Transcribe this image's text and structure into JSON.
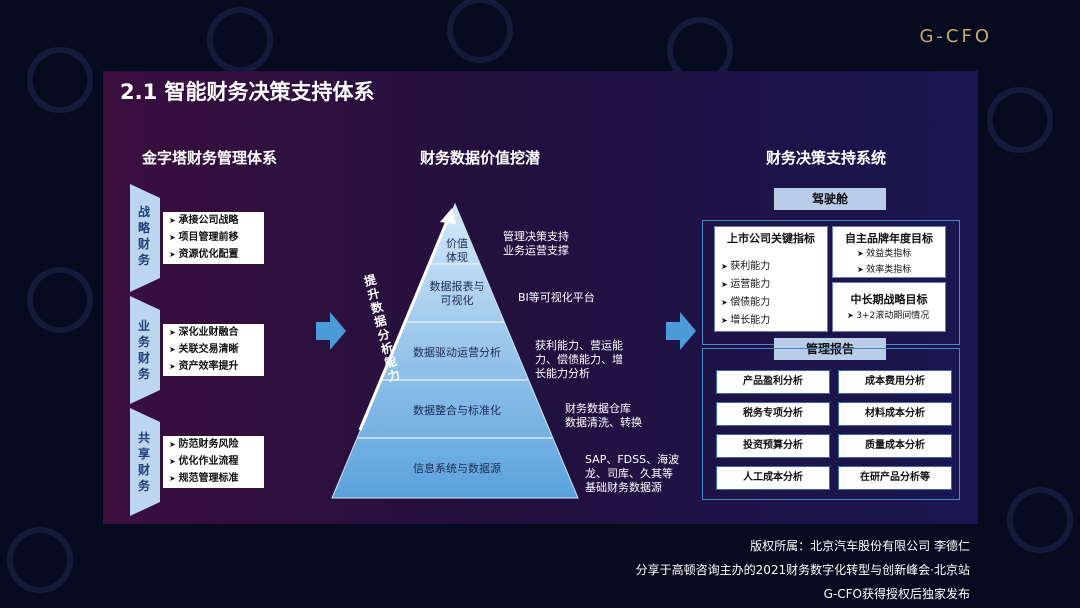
{
  "brand": "G-CFO",
  "title": "2.1 智能财务决策支持体系",
  "sections": {
    "left": "金字塔财务管理体系",
    "middle": "财务数据价值挖潜",
    "right": "财务决策支持系统"
  },
  "pyramid_mgmt": [
    {
      "label": "战略财务",
      "items": [
        "承接公司战略",
        "项目管理前移",
        "资源优化配置"
      ]
    },
    {
      "label": "业务财务",
      "items": [
        "深化业财融合",
        "关联交易清晰",
        "资产效率提升"
      ]
    },
    {
      "label": "共享财务",
      "items": [
        "防范财务风险",
        "优化作业流程",
        "规范管理标准"
      ]
    }
  ],
  "data_value": {
    "vertical_label": "提升数据分析能力",
    "levels": [
      {
        "name": "价值\n体现",
        "note": "管理决策支持\n业务运营支撑"
      },
      {
        "name": "数据报表与\n可视化",
        "note": "BI等可视化平台"
      },
      {
        "name": "数据驱动运营分析",
        "note": "获利能力、营运能\n力、偿债能力、增\n长能力分析"
      },
      {
        "name": "数据整合与标准化",
        "note": "财务数据仓库\n数据清洗、转换"
      },
      {
        "name": "信息系统与数据源",
        "note": "SAP、FDSS、海波\n龙、司库、久其等\n基础财务数据源"
      }
    ]
  },
  "decision_system": {
    "cockpit": "驾驶舱",
    "listed_kpi": {
      "title": "上市公司关键指标",
      "items": [
        "获利能力",
        "运营能力",
        "偿债能力",
        "增长能力"
      ]
    },
    "brand_goal": {
      "title": "自主品牌年度目标",
      "items": [
        "效益类指标",
        "效率类指标"
      ]
    },
    "mid_long": {
      "title": "中长期战略目标",
      "items": [
        "3+2滚动期间情况"
      ]
    },
    "report_title": "管理报告",
    "reports": [
      "产品盈利分析",
      "成本费用分析",
      "税务专项分析",
      "材料成本分析",
      "投资预算分析",
      "质量成本分析",
      "人工成本分析",
      "在研产品分析等"
    ]
  },
  "footer": [
    "版权所属：北京汽车股份有限公司 李德仁",
    "分享于高顿咨询主办的2021财务数字化转型与创新峰会·北京站",
    "G-CFO获得授权后独家发布"
  ]
}
